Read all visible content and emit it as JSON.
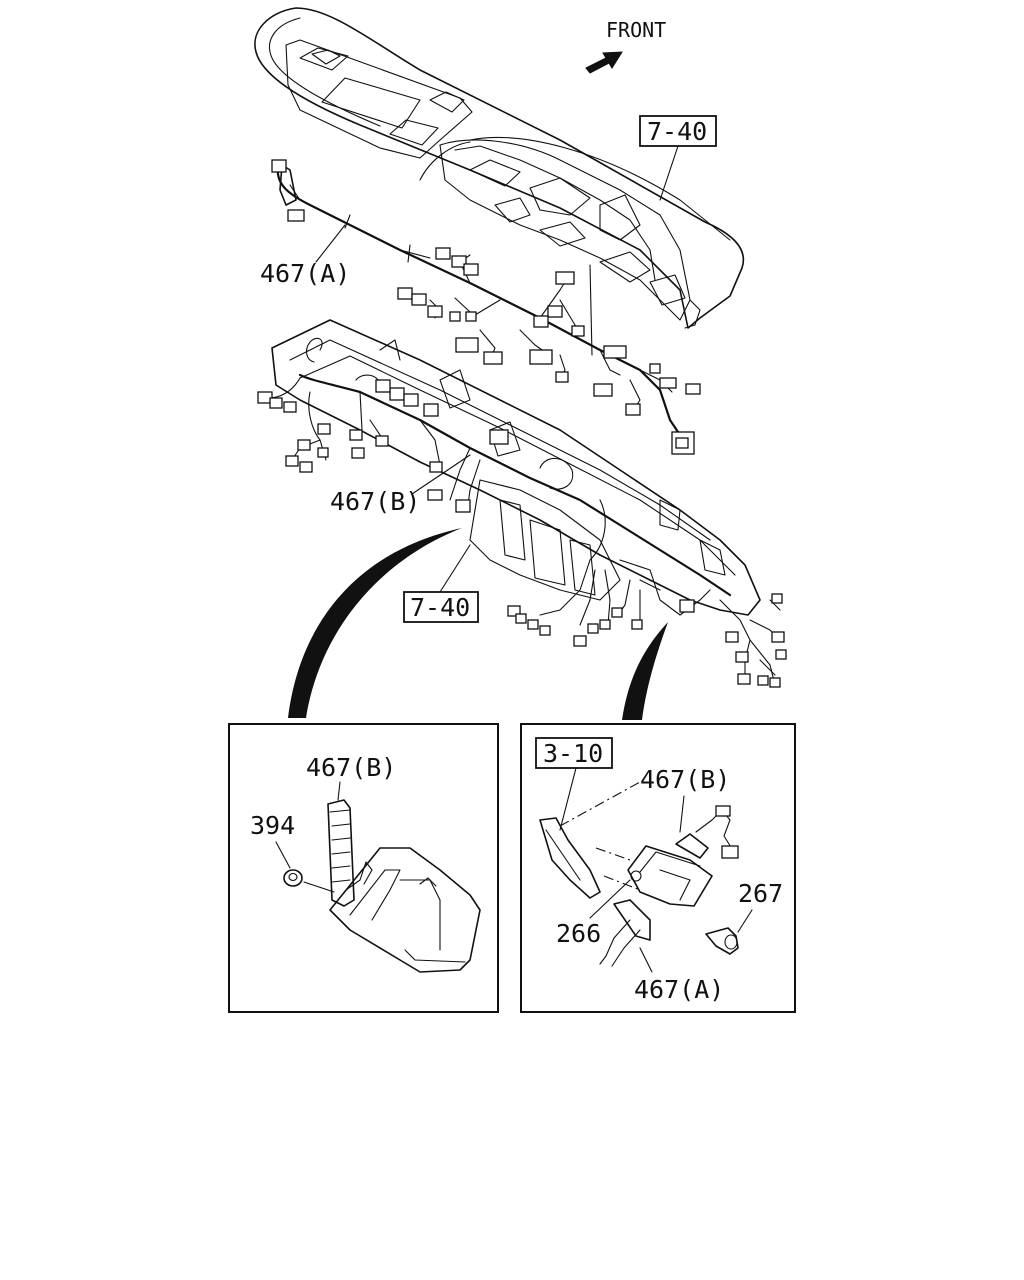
{
  "front_label": "FRONT",
  "refs": {
    "ref_top": "7-40",
    "ref_lower": "7-40",
    "ref_right_panel": "3-10"
  },
  "callouts": {
    "harness_a_main": "467(A)",
    "harness_b_main": "467(B)",
    "harness_b_left_panel": "467(B)",
    "part_394": "394",
    "harness_b_right_panel": "467(B)",
    "part_267": "267",
    "part_266": "266",
    "harness_a_right_panel": "467(A)"
  }
}
